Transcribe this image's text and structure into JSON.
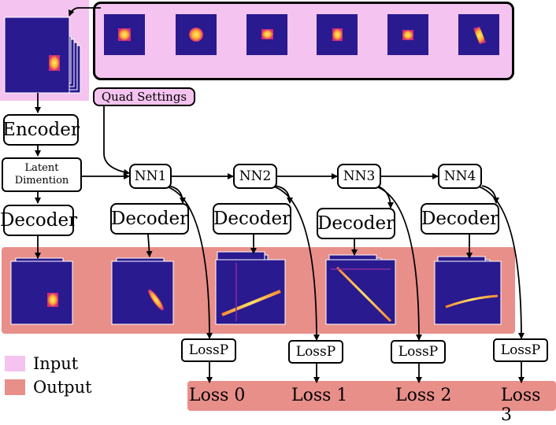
{
  "nodes": {
    "encoder": "Encoder",
    "latent_dimension": "Latent Dimention",
    "quad_settings": "Quad Settings",
    "decoder": "Decoder",
    "nn1": "NN1",
    "nn2": "NN2",
    "nn3": "NN3",
    "nn4": "NN4",
    "lossp": "LossP"
  },
  "losses": [
    "Loss 0",
    "Loss 1",
    "Loss 2",
    "Loss 3"
  ],
  "legend": {
    "input": "Input",
    "output": "Output"
  },
  "colors": {
    "input": "#f4c3ef",
    "output": "#e88f8a",
    "image_background": "#2a1a8f",
    "image_highlight": "#ffd23f"
  },
  "input_beam_shapes": [
    "square",
    "circle",
    "square",
    "square",
    "square",
    "slanted"
  ],
  "output_beam_shapes": [
    "square",
    "ellipse",
    "line",
    "diagonal",
    "curve"
  ]
}
